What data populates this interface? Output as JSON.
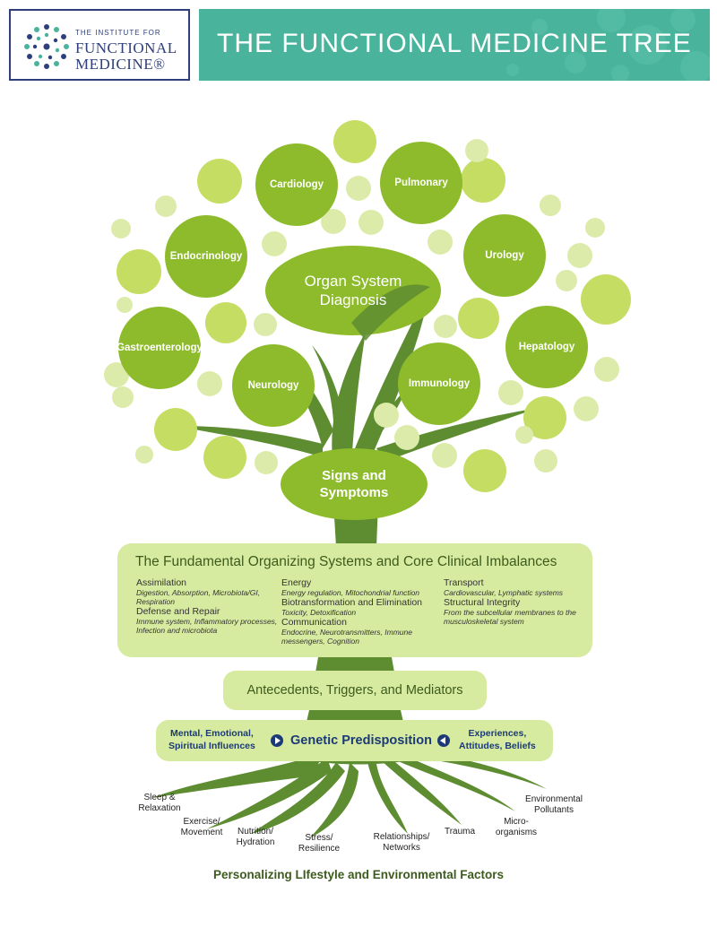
{
  "header": {
    "logo_small": "THE INSTITUTE FOR",
    "logo_line1": "FUNCTIONAL",
    "logo_line2": "MEDICINE®",
    "title": "THE FUNCTIONAL MEDICINE TREE"
  },
  "colors": {
    "banner": "#4ab39c",
    "logo_navy": "#2e3f7c",
    "circle_green": "#8dbb2b",
    "circle_light": "#c6dd63",
    "circle_pale": "#dcebaa",
    "trunk_green": "#5e8c31",
    "box_green": "#d6eb9f",
    "text_dark_green": "#3d5b1d",
    "navy_text": "#1c3a78"
  },
  "tree": {
    "organ_system_label": "Organ System Diagnosis",
    "signs_label": "Signs and Symptoms",
    "specialties": [
      "Cardiology",
      "Pulmonary",
      "Endocrinology",
      "Urology",
      "Gastroenterology",
      "Hepatology",
      "Neurology",
      "Immunology"
    ]
  },
  "fundamental": {
    "title": "The Fundamental Organizing Systems and Core Clinical Imbalances",
    "col1": [
      {
        "heading": "Assimilation",
        "detail": "Digestion, Absorption, Microbiota/GI, Respiration"
      },
      {
        "heading": "Defense and Repair",
        "detail": "Immune system, Inflammatory processes, Infection and microbiota"
      }
    ],
    "col2": [
      {
        "heading": "Energy",
        "detail": "Energy regulation, Mitochondrial function"
      },
      {
        "heading": "Biotransformation and Elimination",
        "detail": "Toxicity, Detoxification"
      },
      {
        "heading": "Communication",
        "detail": "Endocrine, Neurotransmitters, Immune messengers, Cognition"
      }
    ],
    "col3": [
      {
        "heading": "Transport",
        "detail": "Cardiovascular, Lymphatic systems"
      },
      {
        "heading": "Structural Integrity",
        "detail": "From the subcellular membranes to the musculoskeletal system"
      }
    ]
  },
  "antecedents": "Antecedents, Triggers, and Mediators",
  "genetic": {
    "left_line1": "Mental, Emotional,",
    "left_line2": "Spiritual Influences",
    "center": "Genetic Predisposition",
    "right_line1": "Experiences,",
    "right_line2": "Attitudes, Beliefs"
  },
  "roots": [
    {
      "line1": "Sleep &",
      "line2": "Relaxation"
    },
    {
      "line1": "Exercise/",
      "line2": "Movement"
    },
    {
      "line1": "Nutrition/",
      "line2": "Hydration"
    },
    {
      "line1": "Stress/",
      "line2": "Resilience"
    },
    {
      "line1": "Relationships/",
      "line2": "Networks"
    },
    {
      "line1": "Trauma",
      "line2": ""
    },
    {
      "line1": "Micro-",
      "line2": "organisms"
    },
    {
      "line1": "Environmental",
      "line2": "Pollutants"
    }
  ],
  "footer": "Personalizing LIfestyle and Environmental Factors"
}
